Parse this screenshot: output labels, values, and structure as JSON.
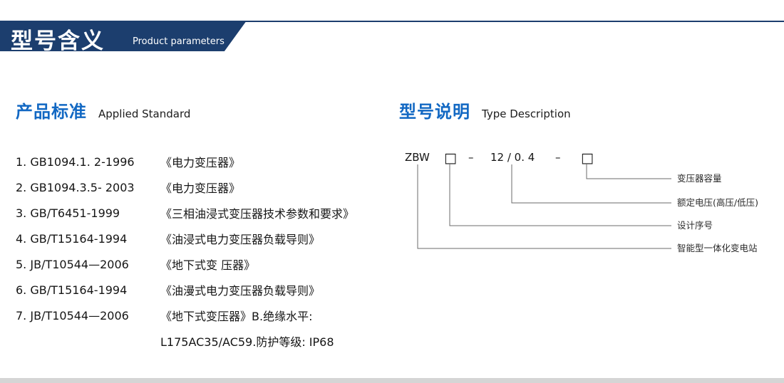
{
  "header": {
    "title": "型号含义",
    "subtitle": "Product parameters"
  },
  "standards": {
    "heading_cn": "产品标准",
    "heading_en": "Applied Standard",
    "items": [
      {
        "code": "1. GB1094.1. 2-1996",
        "desc": "《电力变压器》"
      },
      {
        "code": "2. GB1094.3.5- 2003",
        "desc": "《电力变压器》"
      },
      {
        "code": "3. GB/T6451-1999",
        "desc": "《三相油浸式变压器技术参数和要求》"
      },
      {
        "code": "4. GB/T15164-1994",
        "desc": "《油浸式电力变压器负载导则》"
      },
      {
        "code": "5. JB/T10544—2006",
        "desc": "《地下式变 压器》"
      },
      {
        "code": "6. GB/T15164-1994",
        "desc": "《油漫式电力变压器负载导则》"
      },
      {
        "code": "7. JB/T10544—2006",
        "desc": "《地下式变压器》B.绝缘水平:"
      },
      {
        "code": "",
        "desc": "L175AC35/AC59.防护等级: IP68"
      }
    ]
  },
  "model": {
    "heading_cn": "型号说明",
    "heading_en": "Type Description",
    "code_sequence": [
      "ZBW",
      "□",
      "–",
      "12 / 0. 4",
      "–",
      "□"
    ],
    "labels": [
      "变压器容量",
      "额定电压(高压/低压)",
      "设计序号",
      "智能型一体化变电站"
    ]
  },
  "colors": {
    "navy": "#1c3e6e",
    "blue": "#1268c3",
    "ink": "#151515",
    "line": "#6b6b6b",
    "footer": "#d5d5d5"
  }
}
